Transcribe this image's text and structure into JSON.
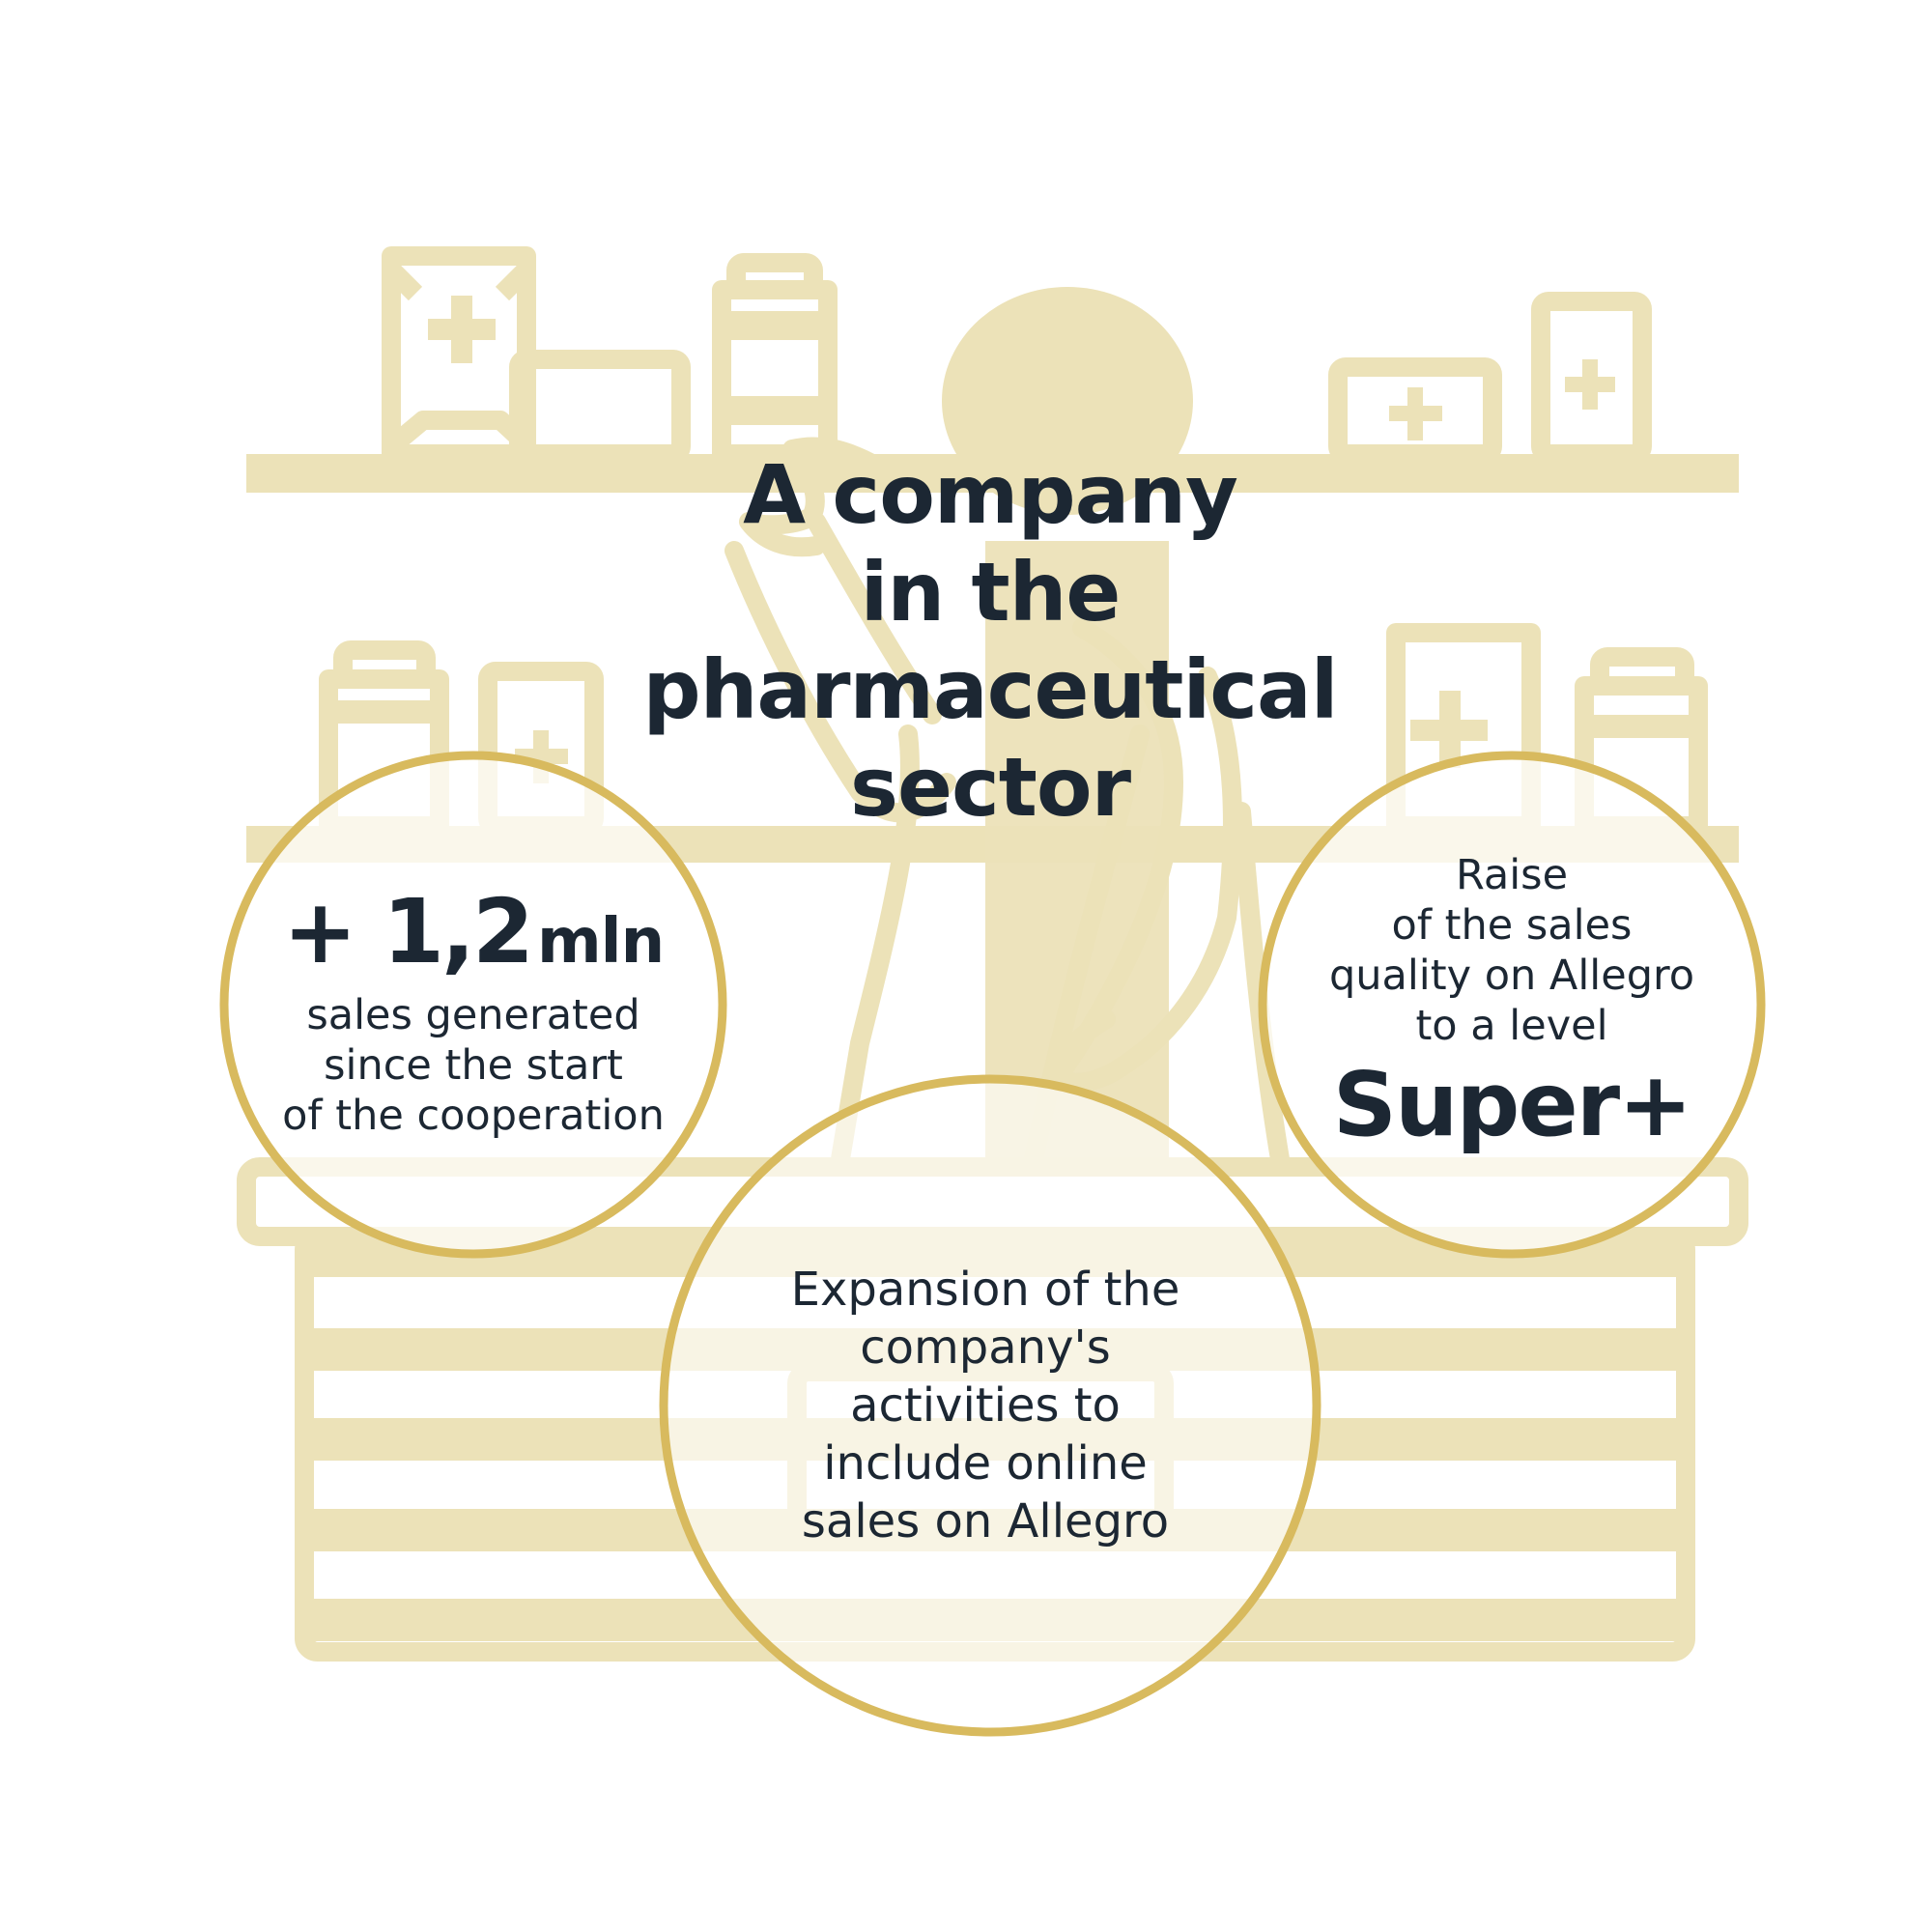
{
  "title": {
    "lines": [
      "A company",
      "in the",
      "pharmaceutical",
      "sector"
    ]
  },
  "stats": {
    "sales": {
      "value": "+ 1,2",
      "unit": "mln",
      "lines": [
        "sales generated",
        "since the start",
        "of the cooperation"
      ]
    },
    "quality": {
      "lines": [
        "Raise",
        "of the sales",
        "quality on Allegro",
        "to a level"
      ],
      "level": "Super+"
    },
    "expansion": {
      "lines": [
        "Expansion of the",
        "company's",
        "activities to",
        "include online",
        "sales on Allegro"
      ]
    }
  },
  "colors": {
    "illustration": "#ece2b8",
    "circle_border": "#d8ba5e",
    "text": "#1c2733"
  },
  "icons": [
    "pharmacist-illustration",
    "shelves-illustration",
    "medicine-box-icon",
    "medicine-bottle-icon",
    "counter-illustration"
  ]
}
